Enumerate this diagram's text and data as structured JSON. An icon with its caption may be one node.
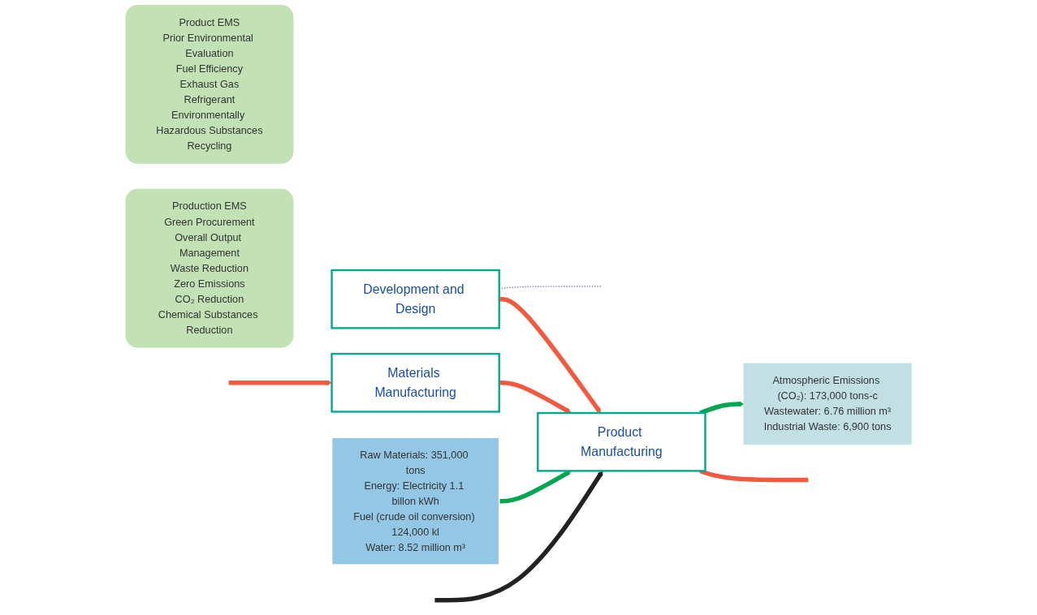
{
  "diagram": {
    "nodes": [
      {
        "text": [
          "Product EMS",
          "Prior Environmental Evaluation",
          "Fuel Efficiency",
          "Exhaust Gas",
          "Refrigerant",
          "Environmentally Hazardous Substances",
          "Recycling"
        ]
      },
      {
        "text": [
          "Development and Design"
        ]
      },
      {
        "text": [
          "Materials Manufacturing"
        ]
      },
      {
        "text": [
          "Raw Materials: 351,000 tons",
          "Energy: Electricity 1.1 billon kWh",
          "Fuel (crude oil conversion) 124,000 kl",
          "Water: 8.52 million m³"
        ]
      },
      {
        "text": [
          "Product Manufacturing"
        ]
      },
      {
        "text": [
          "Production EMS",
          "Green Procurement",
          "Overall Output Management",
          "Waste Reduction",
          "Zero Emissions",
          "CO₂ Reduction",
          "Chemical Substances Reduction"
        ]
      },
      {
        "text": [
          "Atmospheric Emissions (CO₂): 173,000 tons-c",
          "Wastewater: 6.76 million m³",
          "Industrial Waste: 6,900 tons"
        ]
      }
    ],
    "edges": [
      {
        "from": 1,
        "to": null,
        "arrow": "none",
        "style": "dashed",
        "color": "#a09cb0"
      },
      {
        "from": 1,
        "to": 4,
        "arrow": "to"
      },
      {
        "from": 2,
        "to": 4,
        "arrow": "to"
      },
      {
        "from": 3,
        "to": 4,
        "arrow": "to",
        "color": "#00a650"
      },
      {
        "from": null,
        "to": 4,
        "arrow": "to",
        "color": "#222222"
      },
      {
        "from": 4,
        "to": 6,
        "arrow": "to",
        "color": "#00a650"
      },
      {
        "from": 4,
        "to": null,
        "arrow": "none"
      },
      {
        "from": null,
        "to": 2,
        "arrow": "to"
      }
    ]
  }
}
